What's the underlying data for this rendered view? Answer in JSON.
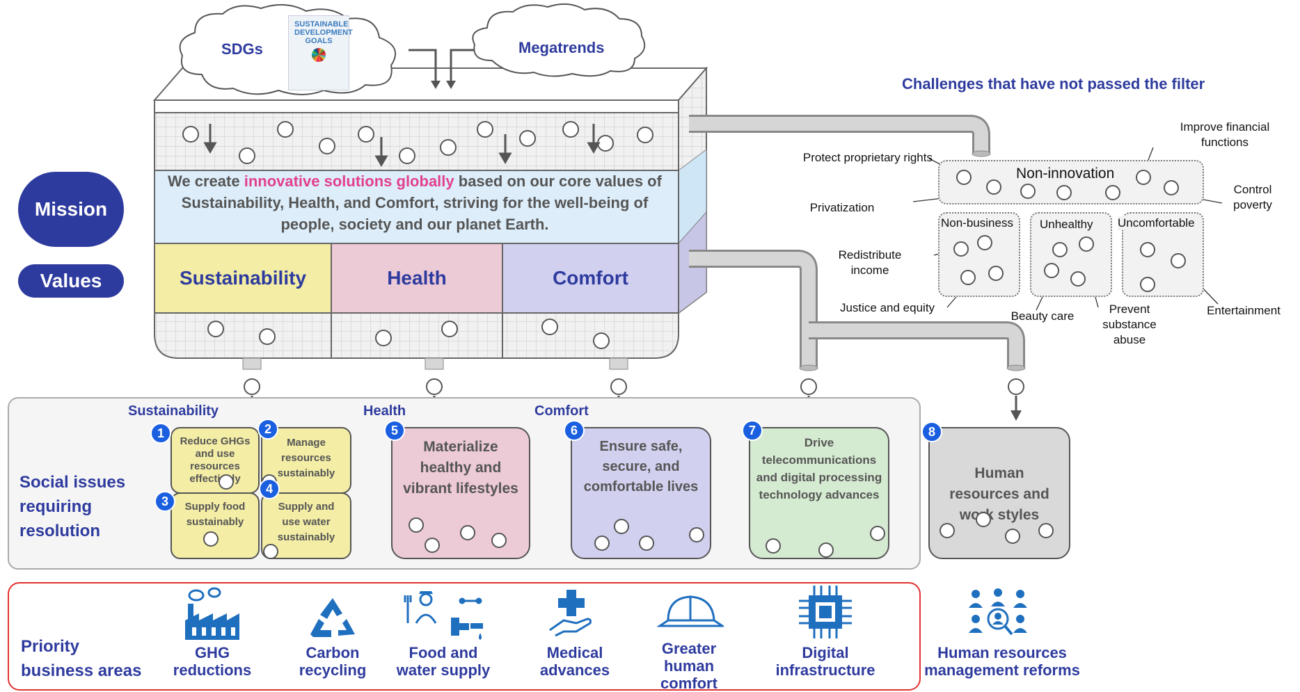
{
  "top": {
    "sdgs_cloud_label": "SDGs",
    "sdg_logo": {
      "title": "SUSTAINABLE DEVELOPMENT GOALS"
    },
    "megatrends_cloud_label": "Megatrends"
  },
  "mission": {
    "label": "Mission",
    "text_before": "We create ",
    "text_highlight": "innovative solutions globally",
    "text_after": " based on our core values of Sustainability, Health, and Comfort, striving for the well-being of people, society and our planet Earth."
  },
  "values": {
    "label": "Values",
    "items": [
      "Sustainability",
      "Health",
      "Comfort"
    ]
  },
  "challenges": {
    "title": "Challenges that have not passed the filter",
    "non_innovation": "Non-innovation",
    "non_business": "Non-business",
    "unhealthy": "Unhealthy",
    "uncomfortable": "Uncomfortable",
    "labels": {
      "improve_financial": "Improve financial functions",
      "protect_rights": "Protect proprietary rights",
      "privatization": "Privatization",
      "control_poverty": "Control poverty",
      "redistribute_income": "Redistribute income",
      "justice_equity": "Justice and equity",
      "beauty_care": "Beauty care",
      "prevent_substance_abuse": "Prevent substance abuse",
      "entertainment": "Entertainment"
    }
  },
  "social_issues": {
    "label": "Social issues requiring resolution",
    "categories": {
      "sustainability": "Sustainability",
      "health": "Health",
      "comfort": "Comfort"
    },
    "items": [
      {
        "num": "1",
        "text": "Reduce GHGs and use resources effectively"
      },
      {
        "num": "2",
        "text": "Manage resources sustainably"
      },
      {
        "num": "3",
        "text": "Supply food sustainably"
      },
      {
        "num": "4",
        "text": "Supply and use water sustainably"
      },
      {
        "num": "5",
        "text": "Materialize healthy and vibrant lifestyles"
      },
      {
        "num": "6",
        "text": "Ensure safe, secure, and comfortable lives"
      },
      {
        "num": "7",
        "text": "Drive telecommunications and digital processing technology advances"
      },
      {
        "num": "8",
        "text": "Human resources and work styles"
      }
    ]
  },
  "business": {
    "label": "Priority business areas",
    "areas": [
      {
        "label": "GHG reductions",
        "icon": "factory-icon"
      },
      {
        "label": "Carbon recycling",
        "icon": "recycle-icon"
      },
      {
        "label": "Food and water supply",
        "icon": "farmer-faucet-icon"
      },
      {
        "label": "Medical advances",
        "icon": "hand-cross-icon"
      },
      {
        "label": "Greater human comfort",
        "icon": "hardhat-icon"
      },
      {
        "label": "Digital infrastructure",
        "icon": "chip-icon"
      },
      {
        "label": "Human resources management reforms",
        "icon": "people-search-icon"
      }
    ]
  },
  "colors": {
    "navy": "#2e3b9e",
    "magenta": "#e2408f",
    "sustainability": "#f3eda5",
    "health": "#eccad6",
    "comfort": "#d1d0ef",
    "digital": "#d5ebd1",
    "hr": "#d9d9d9",
    "mission_band": "#ddeefa",
    "badge_blue": "#1a5fe0",
    "border_red": "#e33030"
  }
}
